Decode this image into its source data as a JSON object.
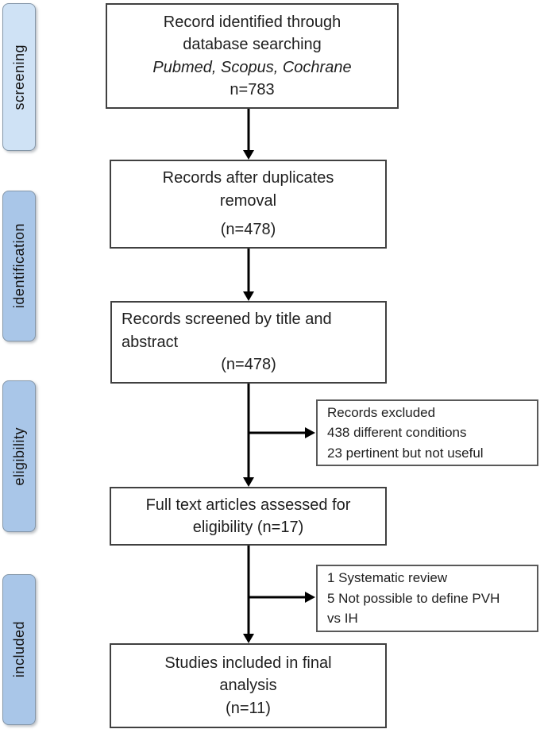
{
  "stages": [
    {
      "label": "screening"
    },
    {
      "label": "identification"
    },
    {
      "label": "eligibility"
    },
    {
      "label": "included"
    }
  ],
  "flow": {
    "identified": {
      "line1": "Record identified through",
      "line2": "database searching",
      "sources": "Pubmed, Scopus, Cochrane",
      "count": "n=783"
    },
    "duplicates": {
      "text": "Records after duplicates removal",
      "count": "(n=478)"
    },
    "screened": {
      "text": "Records screened by title and abstract",
      "count": "(n=478)"
    },
    "excluded": {
      "line1": "Records excluded",
      "line2": "438 different conditions",
      "line3": "23 pertinent but not useful"
    },
    "fulltext": {
      "text": "Full text articles assessed for eligibility (n=17)"
    },
    "exclusion_reasons": {
      "line1": "1 Systematic review",
      "line2": "5 Not possible to define PVH vs IH"
    },
    "included": {
      "text": "Studies included in final analysis",
      "count": "(n=11)"
    }
  },
  "colors": {
    "stage_fill_light": "#cfe2f5",
    "stage_fill": "#a9c6e8",
    "stage_border": "#8496a8",
    "box_border": "#404040",
    "side_box_border": "#595959",
    "arrow": "#000000",
    "text": "#1f1f1f"
  }
}
